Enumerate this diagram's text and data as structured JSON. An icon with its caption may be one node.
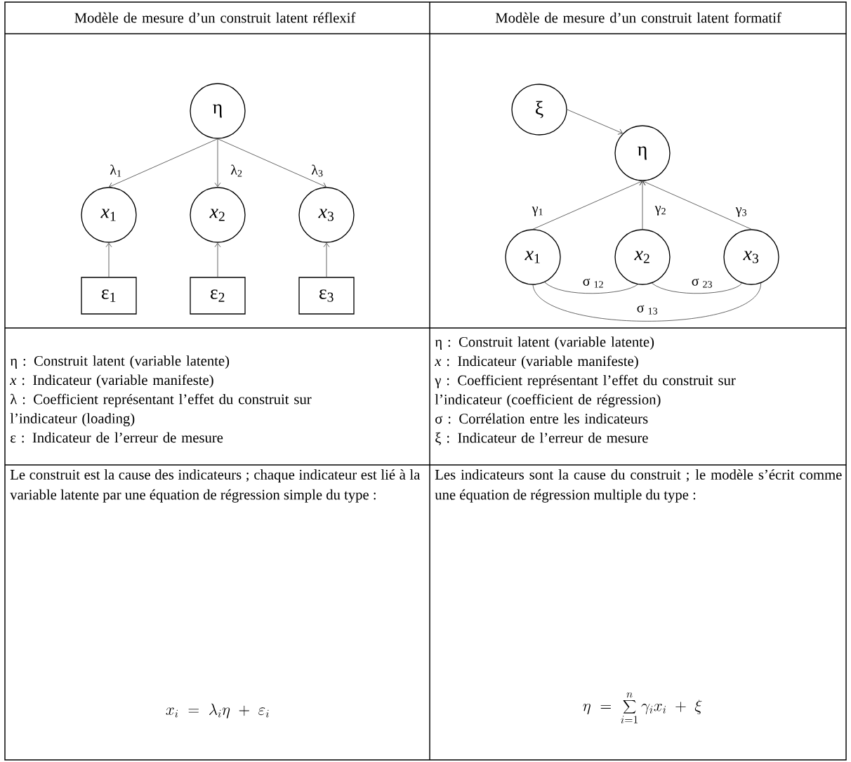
{
  "diagram": {
    "nodes": [
      {
        "text": [
          "η"
        ]
      },
      {
        "text": [
          "*x*$_{1}$"
        ]
      },
      {
        "text": [
          "*x*$_{2}$"
        ]
      },
      {
        "text": [
          "*x*$_{3}$"
        ]
      },
      {
        "text": [
          "ε$_{1}$"
        ]
      },
      {
        "text": [
          "ε$_{2}$"
        ]
      },
      {
        "text": [
          "ε$_{3}$"
        ]
      },
      {
        "text": [
          "ξ"
        ]
      },
      {
        "text": [
          "η"
        ]
      },
      {
        "text": [
          "*x*$_{1}$"
        ]
      },
      {
        "text": [
          "*x*$_{2}$"
        ]
      },
      {
        "text": [
          "*x*$_{3}$"
        ]
      }
    ],
    "edges": [
      {
        "from": 0,
        "to": 1,
        "arrow": "to",
        "label": "λ$_{1}$"
      },
      {
        "from": 0,
        "to": 2,
        "arrow": "to",
        "label": "λ$_{2}$"
      },
      {
        "from": 0,
        "to": 3,
        "arrow": "to",
        "label": "λ$_{3}$"
      },
      {
        "from": 4,
        "to": 1,
        "arrow": "to"
      },
      {
        "from": 5,
        "to": 2,
        "arrow": "to"
      },
      {
        "from": 6,
        "to": 3,
        "arrow": "to"
      },
      {
        "from": 7,
        "to": 8,
        "arrow": "to"
      },
      {
        "from": 9,
        "to": 8,
        "arrow": "to",
        "label": "γ$_{1}$"
      },
      {
        "from": 10,
        "to": 8,
        "arrow": "to",
        "label": "γ$_{2}$"
      },
      {
        "from": 11,
        "to": 8,
        "arrow": "to",
        "label": "γ$_{3}$"
      },
      {
        "from": 9,
        "to": 10,
        "arrow": "none",
        "label": "σ $_{12}$"
      },
      {
        "from": 10,
        "to": 11,
        "arrow": "none",
        "label": "σ $_{23}$"
      },
      {
        "from": 9,
        "to": 11,
        "arrow": "none",
        "label": "σ $_{13}$"
      }
    ],
    "labels": [
      "Modèle de mesure d’un construit latent réflexif",
      "Modèle de mesure d’un construit latent formatif",
      "η : Construit latent (variable latente)",
      "*x* : Indicateur (variable manifeste)",
      "λ : Coefficient représentant l’effet du construit sur l’indicateur (loading)",
      "ε : Indicateur de l’erreur de mesure",
      "η : Construit latent (variable latente)",
      "*x* : Indicateur (variable manifeste)",
      "γ : Coefficient représentant l’effet du construit sur l’indicateur (coefficient de régression)",
      "σ : Corrélation entre les indicateurs",
      "ξ : Indicateur de l’erreur de mesure",
      "Le construit est la cause des indicateurs ; chaque indicateur est lié à la variable latente par une équation de régression simple du type :",
      "x_i \\;=\\; \\lambda_i \\eta \\;+\\; \\varepsilon_i",
      "Les indicateurs sont la cause du construit ; le modèle s’écrit comme une équation de régression multiple du type :",
      "\\eta \\;=\\; \\sum_{i=1}^{n} \\gamma_i x_i \\;+\\; \\xi"
    ]
  }
}
